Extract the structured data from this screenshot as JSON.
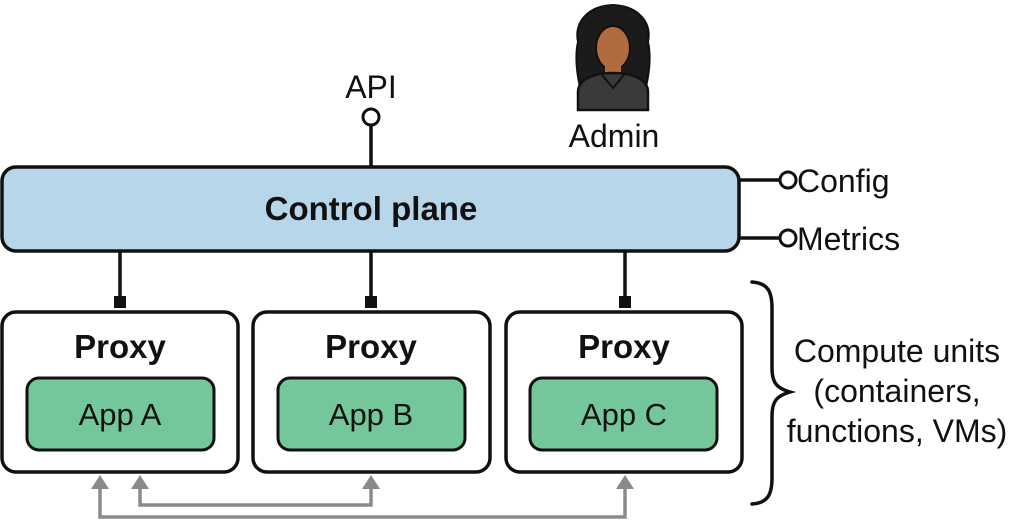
{
  "api": {
    "label": "API"
  },
  "admin": {
    "label": "Admin"
  },
  "control_plane": {
    "label": "Control plane",
    "fill": "#b8d6ea"
  },
  "outputs": {
    "config": "Config",
    "metrics": "Metrics"
  },
  "proxies": [
    {
      "label": "Proxy",
      "app": "App A"
    },
    {
      "label": "Proxy",
      "app": "App B"
    },
    {
      "label": "Proxy",
      "app": "App C"
    }
  ],
  "compute_units": {
    "line1": "Compute units",
    "line2": "(containers,",
    "line3": "functions, VMs)"
  },
  "colors": {
    "app_fill": "#74c79a",
    "stroke": "#111111",
    "arrow": "#8a8a8a",
    "admin_skin": "#b26b3e",
    "admin_hair": "#1b1b1b"
  }
}
